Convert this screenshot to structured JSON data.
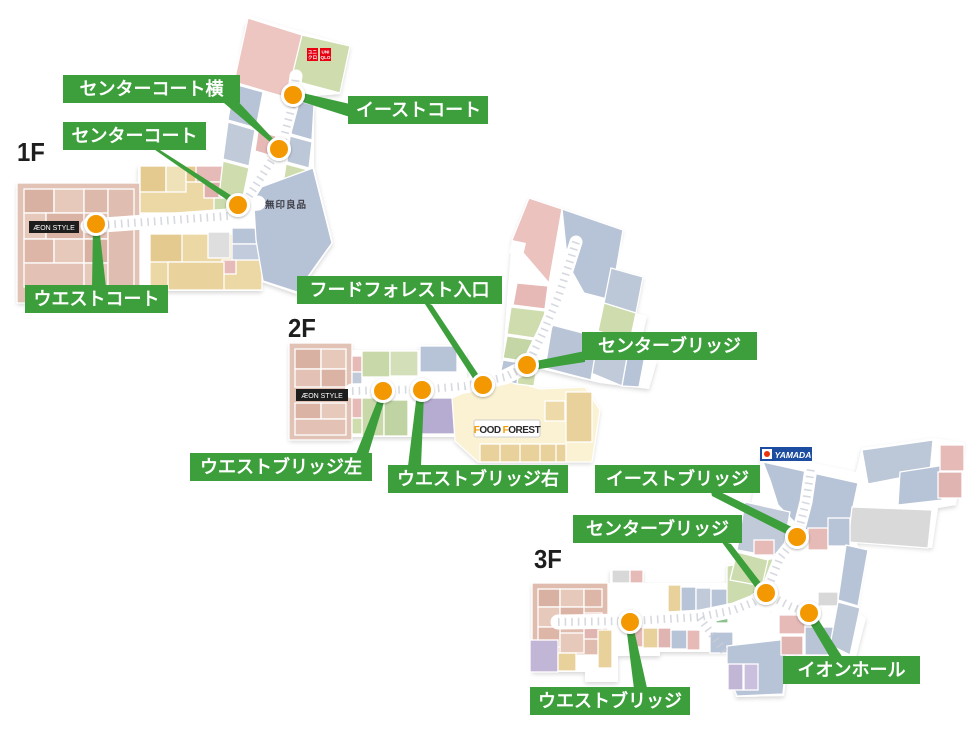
{
  "colors": {
    "label_bg": "#3d9f3c",
    "dot_orange": "#f39800"
  },
  "floor_labels": {
    "f1": "1F",
    "f2": "2F",
    "f3": "3F"
  },
  "spot_labels": {
    "center_court_side": "センターコート横",
    "east_court": "イーストコート",
    "center_court": "センターコート",
    "west_court": "ウエストコート",
    "food_forest_entrance": "フードフォレスト入口",
    "center_bridge_2f": "センターブリッジ",
    "west_bridge_left": "ウエストブリッジ左",
    "west_bridge_right": "ウエストブリッジ右",
    "east_bridge": "イーストブリッジ",
    "center_bridge_3f": "センターブリッジ",
    "aeon_hall": "イオンホール",
    "west_bridge_3f": "ウエストブリッジ"
  },
  "brands": {
    "aeon_style_1f": "ÆON STYLE",
    "aeon_style_2f": "ÆON STYLE",
    "muji": "無印良品",
    "yamada": "YAMADA",
    "uniqlo_kana_top": "ユニ",
    "uniqlo_kana_bottom": "クロ",
    "uniqlo_en_top": "UNI",
    "uniqlo_en_bottom": "QLO",
    "ff_f1": "F",
    "ff_ood": "OOD",
    "ff_f2": "F",
    "ff_orest": "OREST"
  }
}
